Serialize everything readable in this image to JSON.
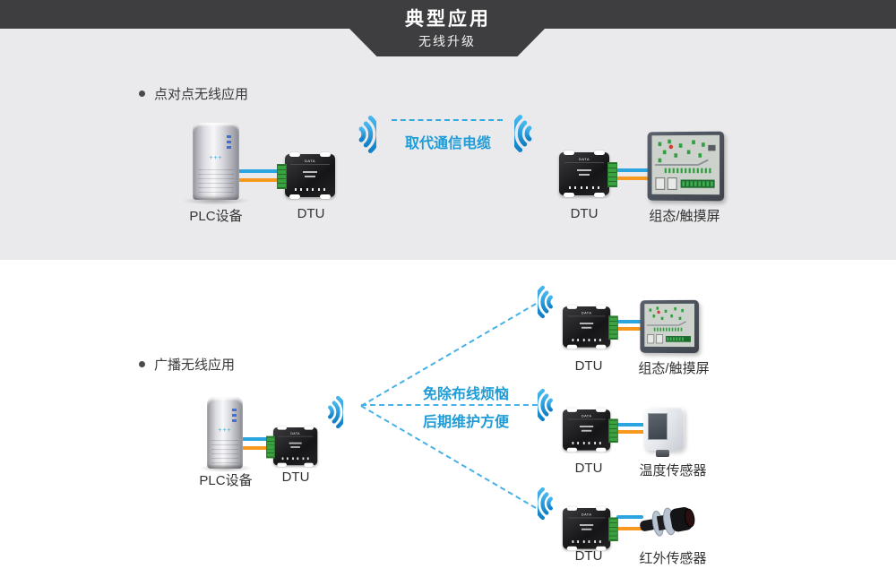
{
  "header": {
    "title": "典型应用",
    "subtitle": "无线升级"
  },
  "device": {
    "band_text": "DATA TRANSCEIVER"
  },
  "icons": {
    "wifi": "wifi-signal-arcs",
    "plc": "server-tower",
    "dtu": "dtu-modem-box",
    "hmi": "touchscreen-panel",
    "temperature": "temperature-sensor-box",
    "infrared": "infrared-sensor-cylinder"
  },
  "colors": {
    "header_bg": "#3e3e40",
    "section_bg": "#eaeaec",
    "accent_blue": "#2aa5e0",
    "text_blue": "#1e9cd8",
    "cable_orange": "#f7981f",
    "terminal_green": "#3aa23f"
  },
  "section1": {
    "title": "点对点无线应用",
    "link_label": "取代通信电缆",
    "plc_label": "PLC设备",
    "dtu_left_label": "DTU",
    "dtu_right_label": "DTU",
    "hmi_label": "组态/触摸屏"
  },
  "section2": {
    "title": "广播无线应用",
    "benefit_top": "免除布线烦恼",
    "benefit_bottom": "后期维护方便",
    "plc_label": "PLC设备",
    "dtu_label": "DTU",
    "receivers": [
      {
        "dtu_label": "DTU",
        "device_label": "组态/触摸屏"
      },
      {
        "dtu_label": "DTU",
        "device_label": "温度传感器"
      },
      {
        "dtu_label": "DTU",
        "device_label": "红外传感器"
      }
    ]
  }
}
